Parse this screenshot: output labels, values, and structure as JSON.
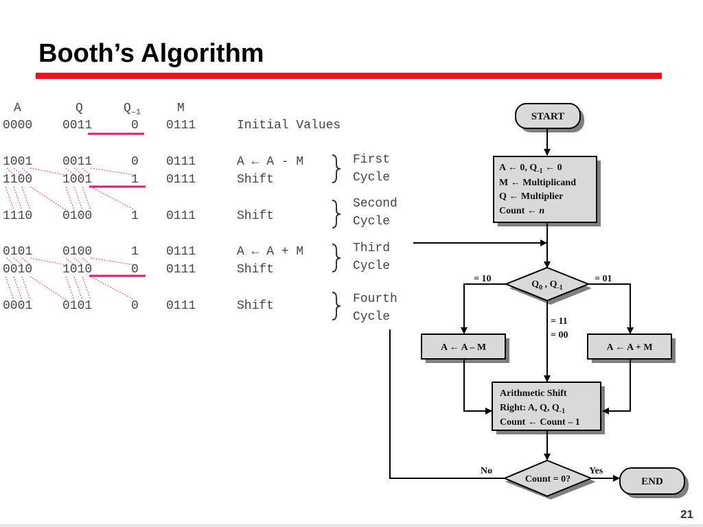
{
  "title": "Booth’s Algorithm",
  "page_number": "21",
  "table": {
    "headers": {
      "a": "A",
      "q": "Q",
      "q_minus1": "Q",
      "q_minus1_sub": "–1",
      "m": "M"
    },
    "rows": [
      {
        "a": "0000",
        "q": "0011",
        "q1": "0",
        "m": "0111",
        "op": "Initial Values"
      },
      {
        "a": "1001",
        "q": "0011",
        "q1": "0",
        "m": "0111",
        "op": "A ← A - M"
      },
      {
        "a": "1100",
        "q": "1001",
        "q1": "1",
        "m": "0111",
        "op": "Shift"
      },
      {
        "a": "1110",
        "q": "0100",
        "q1": "1",
        "m": "0111",
        "op": "Shift"
      },
      {
        "a": "0101",
        "q": "0100",
        "q1": "1",
        "m": "0111",
        "op": "A ← A + M"
      },
      {
        "a": "0010",
        "q": "1010",
        "q1": "0",
        "m": "0111",
        "op": "Shift"
      },
      {
        "a": "0001",
        "q": "0101",
        "q1": "0",
        "m": "0111",
        "op": "Shift"
      }
    ],
    "cycles": [
      {
        "line1": "First",
        "line2": "Cycle"
      },
      {
        "line1": "Second",
        "line2": "Cycle"
      },
      {
        "line1": "Third",
        "line2": "Cycle"
      },
      {
        "line1": "Fourth",
        "line2": "Cycle"
      }
    ]
  },
  "flowchart": {
    "start": "START",
    "init": {
      "line1": "A ← 0, Q",
      "line1_sub": "-1",
      "line1_tail": " ← 0",
      "line2": "M ← Multiplicand",
      "line3": "Q ← Multiplier",
      "line4": "Count ← ",
      "line4_var": "n"
    },
    "decision_q": {
      "q0": "Q",
      "q0_sub": "0",
      "sep": " , Q",
      "q1_sub": "-1"
    },
    "label_10": "= 10",
    "label_01": "= 01",
    "label_11": "= 11",
    "label_00": "= 00",
    "sub_box": "A ← A – M",
    "add_box": "A ← A + M",
    "shift_box": {
      "line1": "Arithmetic Shift",
      "line2": "Right: A, Q, Q",
      "line2_sub": "-1",
      "line3": "Count ← Count – 1"
    },
    "count_decision": "Count = 0?",
    "no": "No",
    "yes": "Yes",
    "end": "END"
  },
  "colors": {
    "accent_red": "#e8141e",
    "underline_pink": "#e0186f",
    "box_fill": "#d9d9d9",
    "shadow": "#7f7f7f"
  }
}
